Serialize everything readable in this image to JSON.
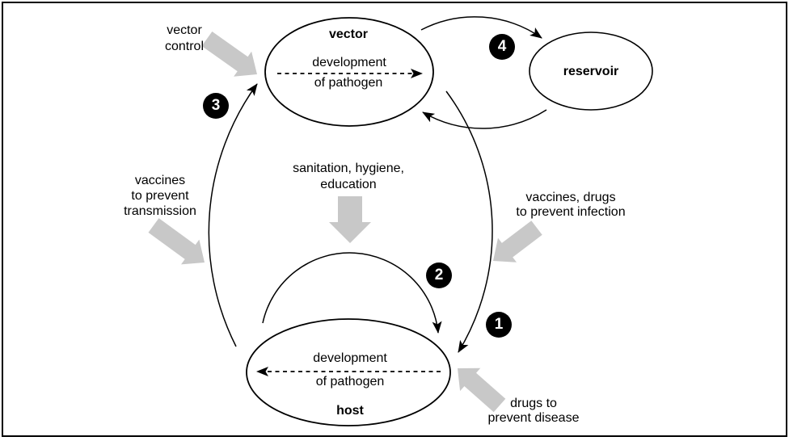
{
  "figure": {
    "type": "cycle-diagram",
    "colors": {
      "background": "#ffffff",
      "line": "#000000",
      "block_arrow": "#c8c8c8",
      "badge_background": "#000000",
      "badge_number": "#ffffff"
    },
    "nodes": {
      "vector": {
        "title": "vector",
        "process_line1": "development",
        "process_line2": "of pathogen"
      },
      "reservoir": {
        "title": "reservoir"
      },
      "host": {
        "title": "host",
        "process_line1": "development",
        "process_line2": "of pathogen"
      }
    },
    "interventions": {
      "vector_control": "vector\ncontrol",
      "sanitation": "sanitation, hygiene,\neducation",
      "vaccines_transmission": "vaccines\nto prevent\ntransmission",
      "vaccines_infection": "vaccines, drugs\nto prevent infection",
      "drugs_disease": "drugs to\nprevent disease"
    },
    "steps": {
      "step1": "1",
      "step2": "2",
      "step3": "3",
      "step4": "4"
    }
  }
}
